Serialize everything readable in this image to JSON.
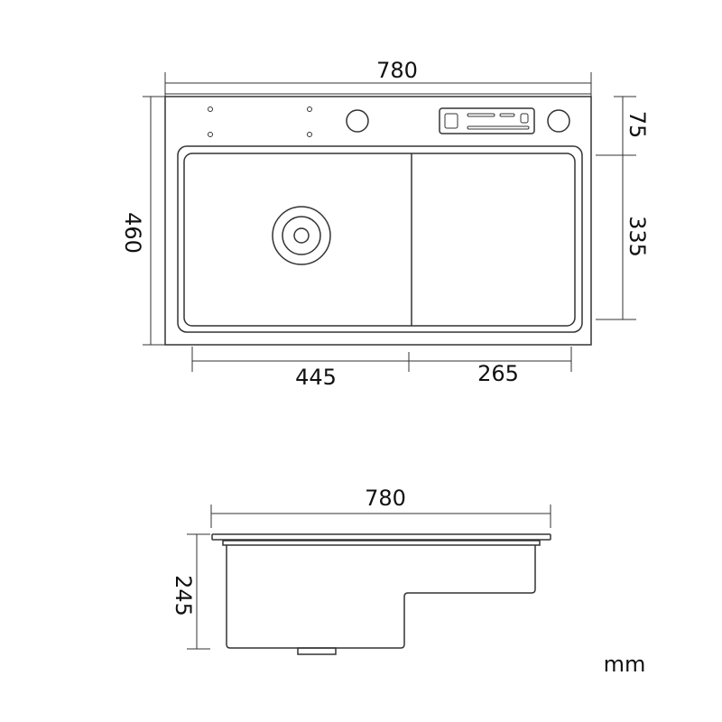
{
  "top_view": {
    "width_label": "780",
    "height_label": "460",
    "deck_depth_label": "75",
    "bowl_depth_label": "335",
    "left_section_label": "445",
    "right_section_label": "265"
  },
  "side_view": {
    "width_label": "780",
    "depth_label": "245"
  },
  "unit_label": "mm",
  "colors": {
    "line": "#333333",
    "background": "#ffffff"
  }
}
